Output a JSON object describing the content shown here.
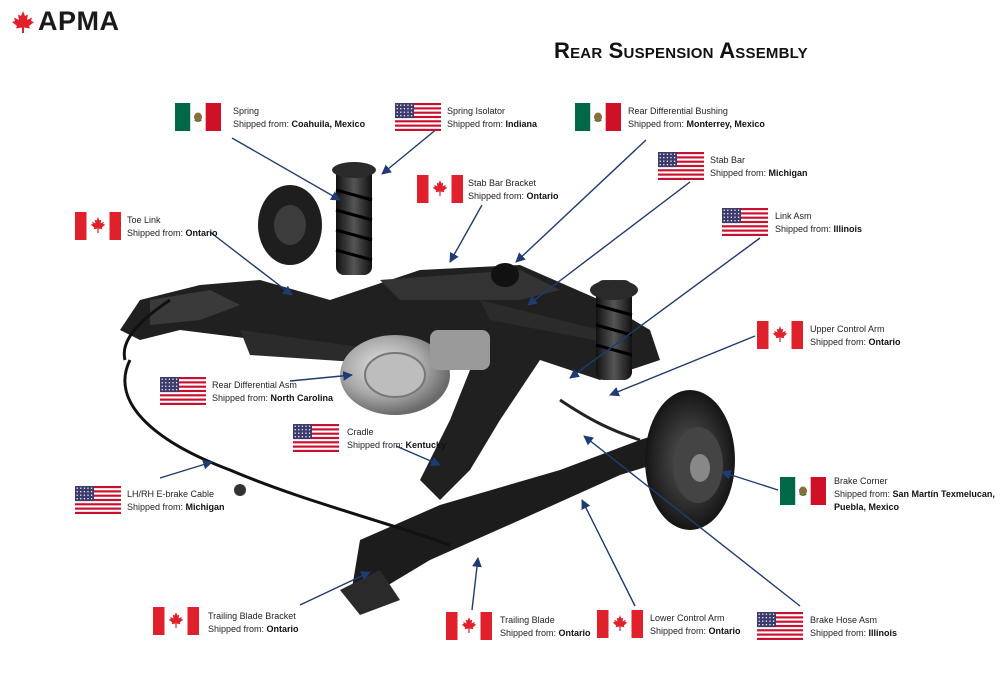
{
  "logo": {
    "text": "APMA",
    "icon": "maple-leaf-icon"
  },
  "title": "Rear Suspension Assembly",
  "shipped_prefix": "Shipped from:",
  "colors": {
    "canada_red": "#e0202a",
    "usa_blue": "#3c3b6e",
    "usa_red": "#c8102e",
    "mexico_green": "#006847",
    "mexico_red": "#ce1126",
    "arrow": "#1f3b73"
  },
  "components": [
    {
      "id": "spring",
      "name": "Spring",
      "origin": "Coahuila, Mexico",
      "country": "mexico"
    },
    {
      "id": "spring-isolator",
      "name": "Spring Isolator",
      "origin": "Indiana",
      "country": "usa"
    },
    {
      "id": "rear-differential-bushing",
      "name": "Rear Differential Bushing",
      "origin": "Monterrey, Mexico",
      "country": "mexico"
    },
    {
      "id": "stab-bar",
      "name": "Stab Bar",
      "origin": "Michigan",
      "country": "usa"
    },
    {
      "id": "stab-bar-bracket",
      "name": "Stab Bar Bracket",
      "origin": "Ontario",
      "country": "canada"
    },
    {
      "id": "toe-link",
      "name": "Toe Link",
      "origin": "Ontario",
      "country": "canada"
    },
    {
      "id": "link-asm",
      "name": "Link Asm",
      "origin": "Illinois",
      "country": "usa"
    },
    {
      "id": "upper-control-arm",
      "name": "Upper Control Arm",
      "origin": "Ontario",
      "country": "canada"
    },
    {
      "id": "rear-differential-asm",
      "name": "Rear Differential Asm",
      "origin": "North Carolina",
      "country": "usa"
    },
    {
      "id": "cradle",
      "name": "Cradle",
      "origin": "Kentucky",
      "country": "usa"
    },
    {
      "id": "brake-corner",
      "name": "Brake Corner",
      "origin": "San Martín Texmelucan,",
      "origin2": "Puebla, Mexico",
      "country": "mexico"
    },
    {
      "id": "e-brake-cable",
      "name": "LH/RH E-brake Cable",
      "origin": "Michigan",
      "country": "usa"
    },
    {
      "id": "trailing-blade-bracket",
      "name": "Trailing Blade Bracket",
      "origin": "Ontario",
      "country": "canada"
    },
    {
      "id": "trailing-blade",
      "name": "Trailing Blade",
      "origin": "Ontario",
      "country": "canada"
    },
    {
      "id": "lower-control-arm",
      "name": "Lower Control Arm",
      "origin": "Ontario",
      "country": "canada"
    },
    {
      "id": "brake-hose-asm",
      "name": "Brake Hose Asm",
      "origin": "Illinois",
      "country": "usa"
    }
  ]
}
